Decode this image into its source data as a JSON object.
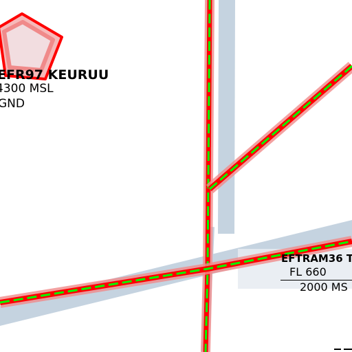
{
  "map": {
    "areas": [
      {
        "name": "EFR97 KEURUU",
        "upper_limit": "4300 MSL",
        "lower_limit": "GND"
      },
      {
        "name": "EFTRAM36 T",
        "upper_limit": "FL 660",
        "lower_limit": "2000 MS"
      }
    ],
    "colors": {
      "restricted_area_outline": "#ff0000",
      "restricted_area_fill": "#f08a8a",
      "route": "#ff0000",
      "route_centerline": "#00ff00",
      "corridor": "#c5d3e0"
    }
  }
}
